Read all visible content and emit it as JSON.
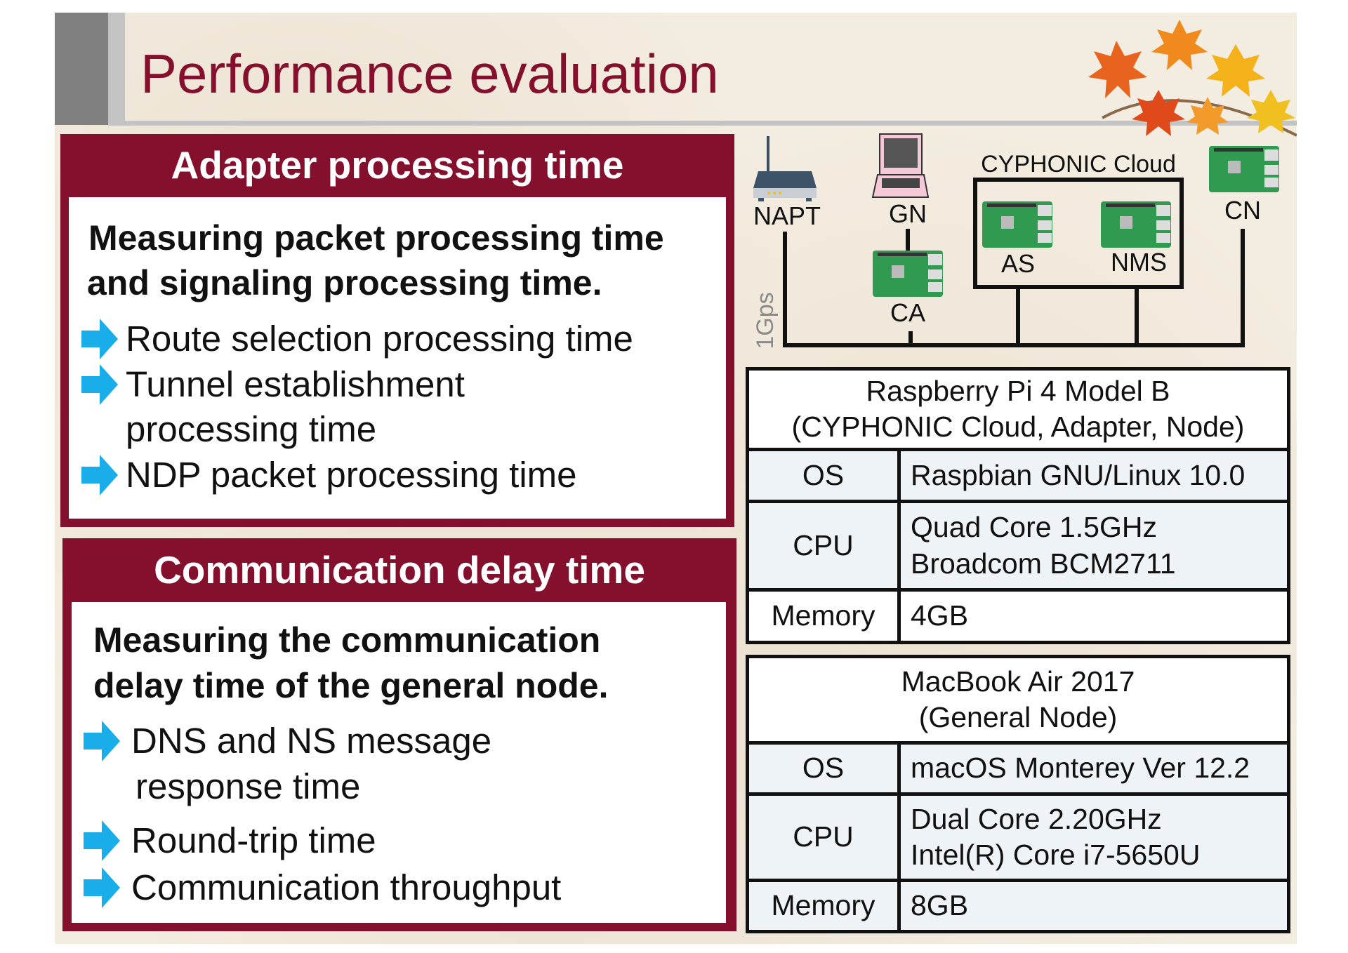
{
  "title": "Performance evaluation",
  "colors": {
    "accent": "#85102e",
    "arrow": "#19aeea",
    "background": "#f3ece0"
  },
  "adapter_box": {
    "header": "Adapter processing time",
    "lead": [
      "Measuring packet processing time",
      "and signaling processing time."
    ],
    "bullets": [
      "Route selection processing time",
      "Tunnel establishment",
      "processing time",
      "NDP packet processing time"
    ],
    "bullet_icon": "right-arrow-icon"
  },
  "delay_box": {
    "header": "Communication delay time",
    "lead": [
      "Measuring the communication",
      "delay time of the general node."
    ],
    "bullets": [
      "DNS and NS message",
      "response time",
      "Round-trip time",
      "Communication throughput"
    ],
    "bullet_icon": "right-arrow-icon"
  },
  "diagram": {
    "napt": "NAPT",
    "gn": "GN",
    "ca": "CA",
    "cloud": "CYPHONIC Cloud",
    "as": "AS",
    "nms": "NMS",
    "cn": "CN",
    "link": "1Gps"
  },
  "table_rpi": {
    "title": [
      "Raspberry Pi 4 Model B",
      "(CYPHONIC Cloud, Adapter, Node)"
    ],
    "rows": [
      {
        "label": "OS",
        "value": [
          "Raspbian GNU/Linux 10.0"
        ]
      },
      {
        "label": "CPU",
        "value": [
          "Quad Core 1.5GHz",
          "Broadcom BCM2711"
        ]
      },
      {
        "label": "Memory",
        "value": [
          "4GB"
        ]
      }
    ]
  },
  "table_mac": {
    "title": [
      "MacBook Air 2017",
      "(General Node)"
    ],
    "rows": [
      {
        "label": "OS",
        "value": [
          "macOS Monterey Ver 12.2"
        ]
      },
      {
        "label": "CPU",
        "value": [
          "Dual Core 2.20GHz",
          "Intel(R) Core i7-5650U"
        ]
      },
      {
        "label": "Memory",
        "value": [
          "8GB"
        ]
      }
    ]
  }
}
